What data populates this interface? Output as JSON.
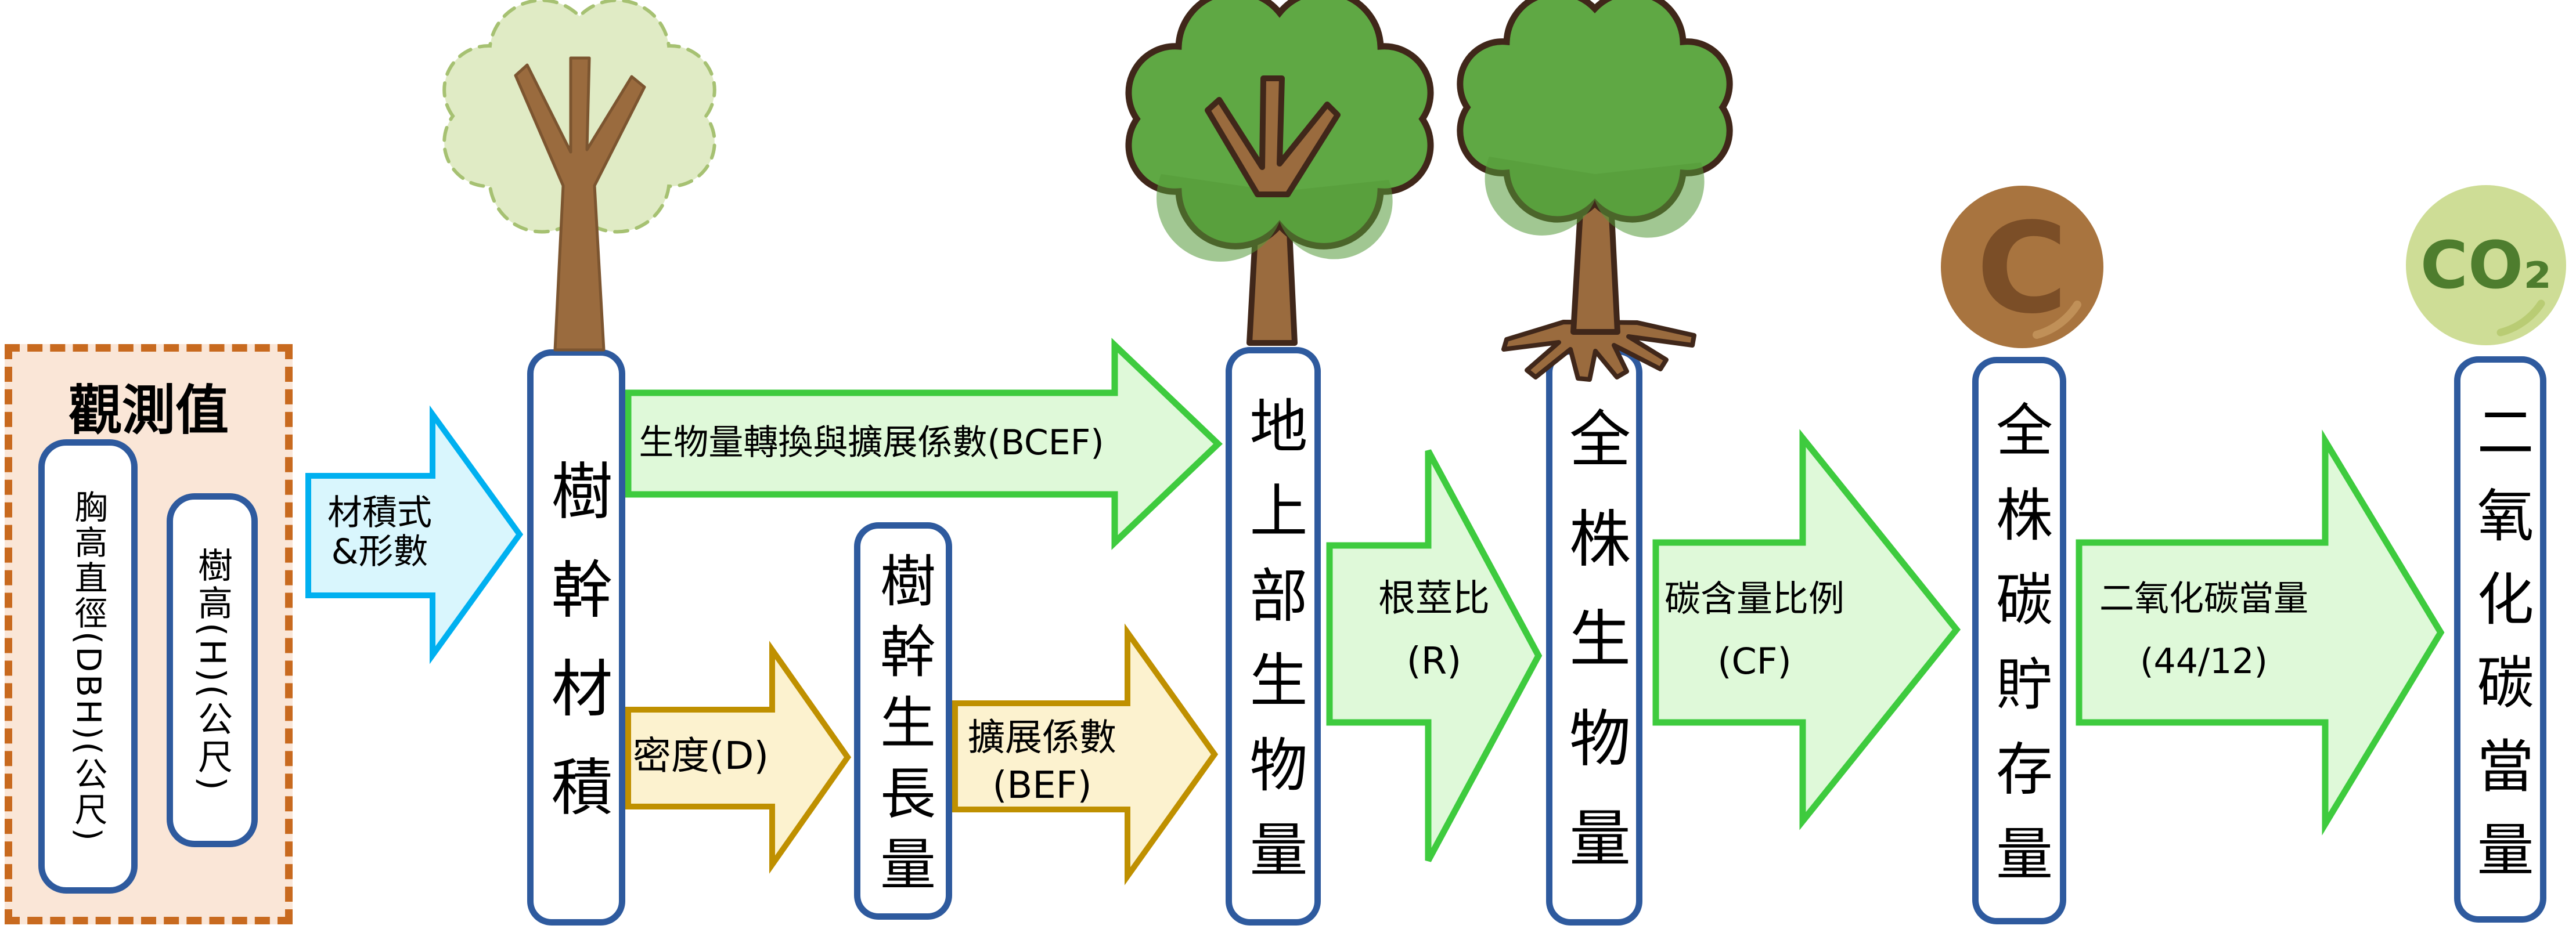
{
  "observed": {
    "title": "觀測值",
    "items": {
      "dbh": "胸高直徑(DBH)(公尺)",
      "tree_height": "樹高(H)(公尺)"
    }
  },
  "nodes": {
    "trunk_volume": "樹幹材積",
    "trunk_growth": "樹幹生長量",
    "aboveground_biomass": "地上部生物量",
    "whole_plant_biomass": "全株生物量",
    "whole_plant_carbon_storage": "全株碳貯存量",
    "co2_equivalent": "二氧化碳當量"
  },
  "arrows": {
    "volume_formula": {
      "line1": "材積式",
      "line2": "&形數"
    },
    "bcef": {
      "line1": "生物量轉換與擴展係數(BCEF)"
    },
    "density": {
      "line1": "密度(D)"
    },
    "bef": {
      "line1": "擴展係數",
      "line2": "(BEF)"
    },
    "root_shoot_ratio": {
      "line1": "根莖比",
      "line2": "(R)"
    },
    "carbon_fraction": {
      "line1": "碳含量比例",
      "line2": "(CF)"
    },
    "co2_conversion": {
      "line1": "二氧化碳當量",
      "line2": "(44/12)"
    }
  },
  "icons": {
    "carbon_label": "C",
    "co2_label": "CO₂"
  },
  "colors": {
    "box_border_blue": "#2E5A9E",
    "observed_fill": "#FAE6D7",
    "observed_border": "#C86A1F",
    "cyan_arrow_border": "#00B0F0",
    "cyan_arrow_fill": "#D9F6FD",
    "green_arrow_border": "#3ECB3E",
    "green_arrow_fill": "#DFF9D9",
    "gold_arrow_border": "#BF9000",
    "gold_arrow_fill": "#FCF2CF",
    "tree_canopy_green": "#5FA844",
    "tree_canopy_pale": "#E0EBC5",
    "trunk_brown": "#9A6B3E",
    "carbon_circle_brown": "#A8743F",
    "co2_circle_green": "#CEDD96"
  }
}
